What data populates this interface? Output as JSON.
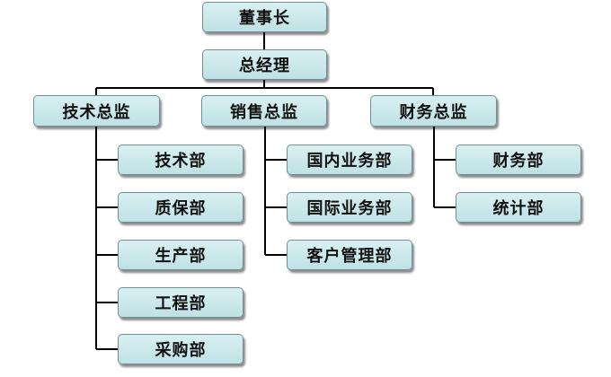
{
  "chart": {
    "chairman": "董事长",
    "general_manager": "总经理",
    "directors": [
      {
        "title": "技术总监",
        "departments": [
          "技术部",
          "质保部",
          "生产部",
          "工程部",
          "采购部"
        ]
      },
      {
        "title": "销售总监",
        "departments": [
          "国内业务部",
          "国际业务部",
          "客户管理部"
        ]
      },
      {
        "title": "财务总监",
        "departments": [
          "财务部",
          "统计部"
        ]
      }
    ]
  }
}
